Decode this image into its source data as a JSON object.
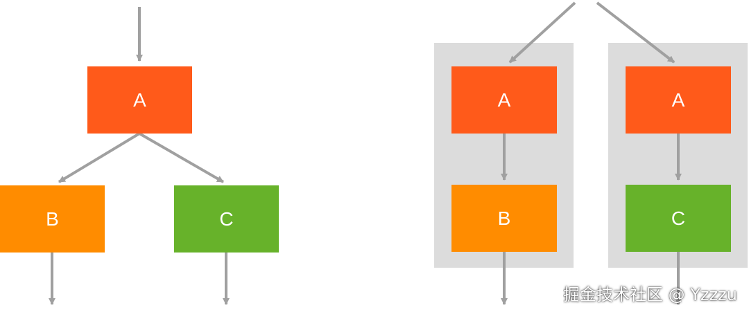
{
  "nodes": {
    "a": "A",
    "b": "B",
    "c": "C"
  },
  "watermark": "掘金技术社区 @ Yzzzu",
  "colors": {
    "a": "#ff5a1a",
    "b": "#ff8c00",
    "c": "#67b22a",
    "group": "#dcdcdc",
    "arrow": "#a0a0a0",
    "text": "#ffffff"
  }
}
